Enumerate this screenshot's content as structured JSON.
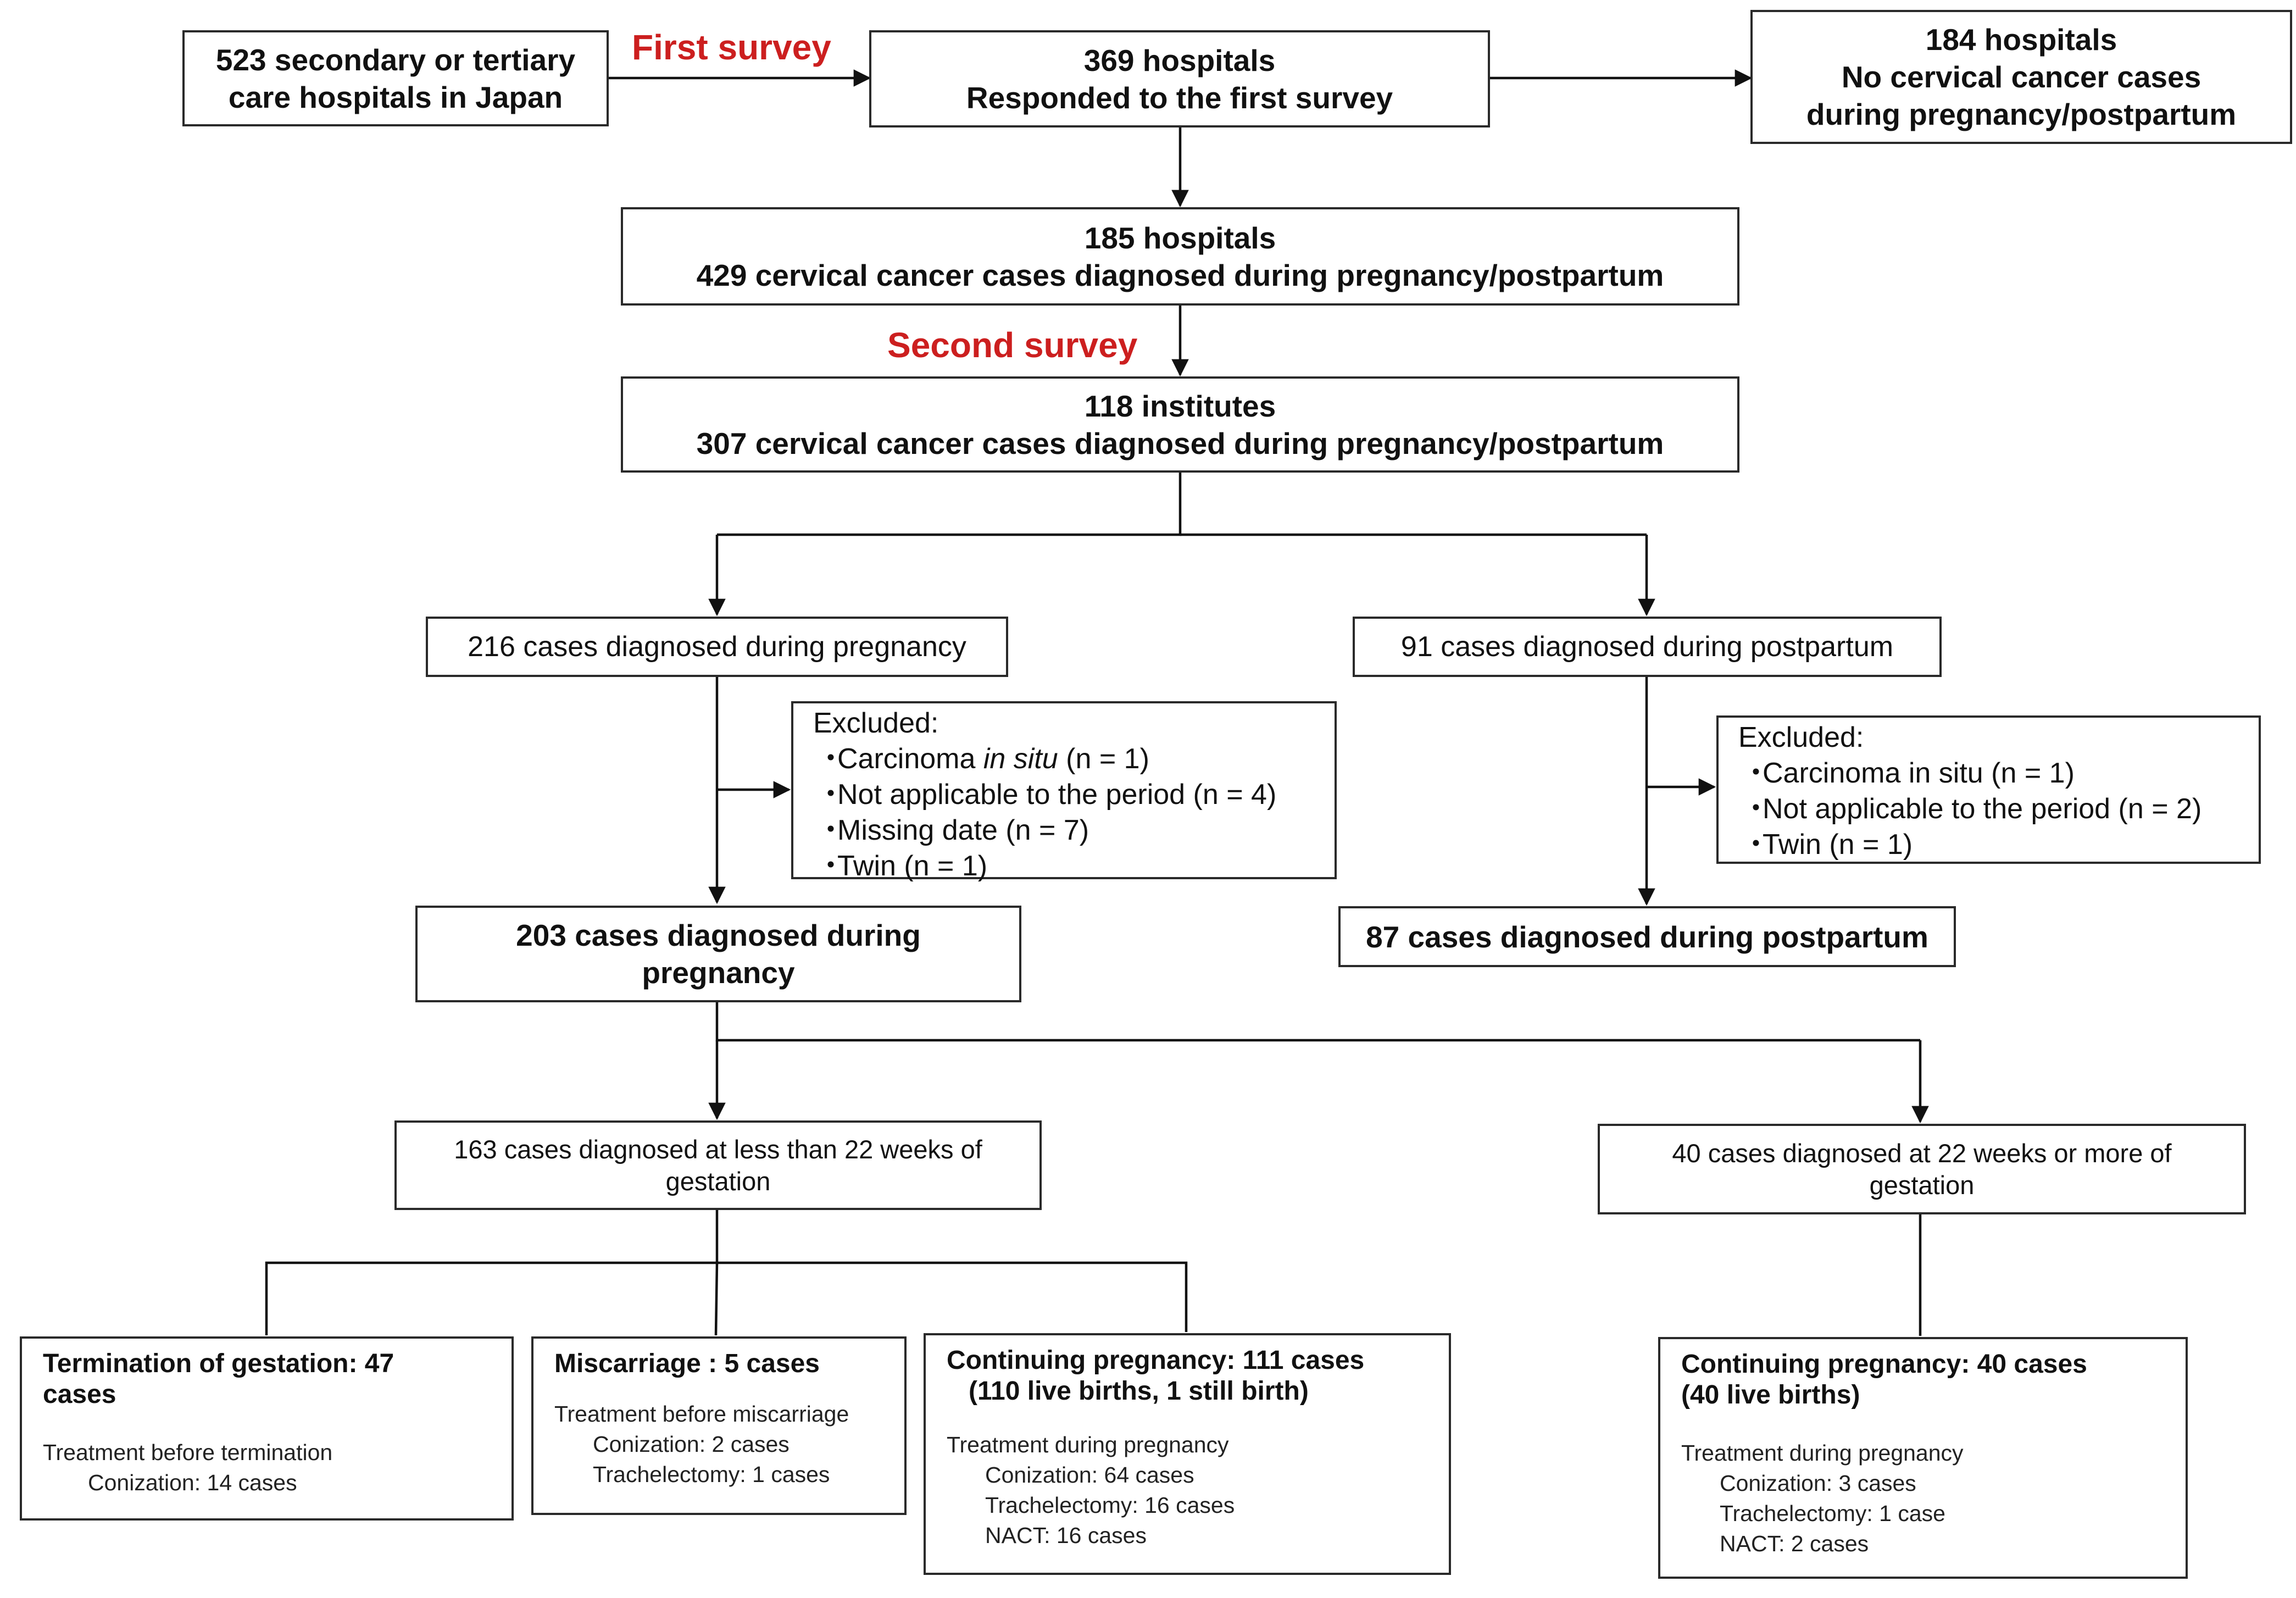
{
  "labels": {
    "first_survey": "First survey",
    "second_survey": "Second survey"
  },
  "top": {
    "hospitals": [
      "523 secondary or tertiary",
      "care hospitals in Japan"
    ],
    "responded": [
      "369 hospitals",
      "Responded to the first survey"
    ],
    "no_cases": [
      "184 hospitals",
      "No cervical cancer cases",
      "during pregnancy/postpartum"
    ],
    "with_cases": [
      "185 hospitals",
      "429 cervical cancer cases diagnosed during pregnancy/postpartum"
    ],
    "institutes": [
      "118 institutes",
      "307 cervical cancer cases diagnosed during pregnancy/postpartum"
    ]
  },
  "middle": {
    "pregnancy_initial": "216 cases diagnosed during pregnancy",
    "postpartum_initial": "91 cases diagnosed during postpartum",
    "excluded_pregnancy": {
      "title": "Excluded:",
      "items": [
        {
          "pre": "Carcinoma ",
          "em": "in situ",
          "post": " (n = 1)"
        },
        {
          "pre": "Not applicable to the period (n = 4)",
          "em": "",
          "post": ""
        },
        {
          "pre": "Missing date (n = 7)",
          "em": "",
          "post": ""
        },
        {
          "pre": "Twin (n = 1)",
          "em": "",
          "post": ""
        }
      ]
    },
    "excluded_postpartum": {
      "title": "Excluded:",
      "items": [
        "Carcinoma in situ (n = 1)",
        "Not applicable to the period (n = 2)",
        "Twin (n = 1)"
      ]
    },
    "pregnancy_final": [
      "203 cases diagnosed during",
      "pregnancy"
    ],
    "postpartum_final": "87 cases diagnosed during postpartum"
  },
  "gestation": {
    "under22": [
      "163 cases diagnosed at less than 22 weeks of",
      "gestation"
    ],
    "over22": [
      "40 cases diagnosed at 22 weeks or more of",
      "gestation"
    ]
  },
  "outcomes": {
    "termination": {
      "title": [
        "Termination of gestation: 47",
        "cases"
      ],
      "treatment_title": "Treatment before termination",
      "treatments": [
        "Conization: 14 cases"
      ]
    },
    "miscarriage": {
      "title": [
        "Miscarriage : 5 cases"
      ],
      "treatment_title": "Treatment before miscarriage",
      "treatments": [
        "Conization: 2 cases",
        "Trachelectomy: 1 cases"
      ]
    },
    "continuing_under22": {
      "title": "Continuing pregnancy: 111 cases",
      "subtitle": "(110 live births, 1 still birth)",
      "treatment_title": "Treatment during pregnancy",
      "treatments": [
        "Conization: 64 cases",
        "Trachelectomy: 16 cases",
        "NACT: 16 cases"
      ]
    },
    "continuing_over22": {
      "title": "Continuing pregnancy: 40 cases",
      "subtitle": "(40 live births)",
      "treatment_title": "Treatment during pregnancy",
      "treatments": [
        "Conization: 3 cases",
        "Trachelectomy: 1 case",
        "NACT: 2 cases"
      ]
    }
  }
}
